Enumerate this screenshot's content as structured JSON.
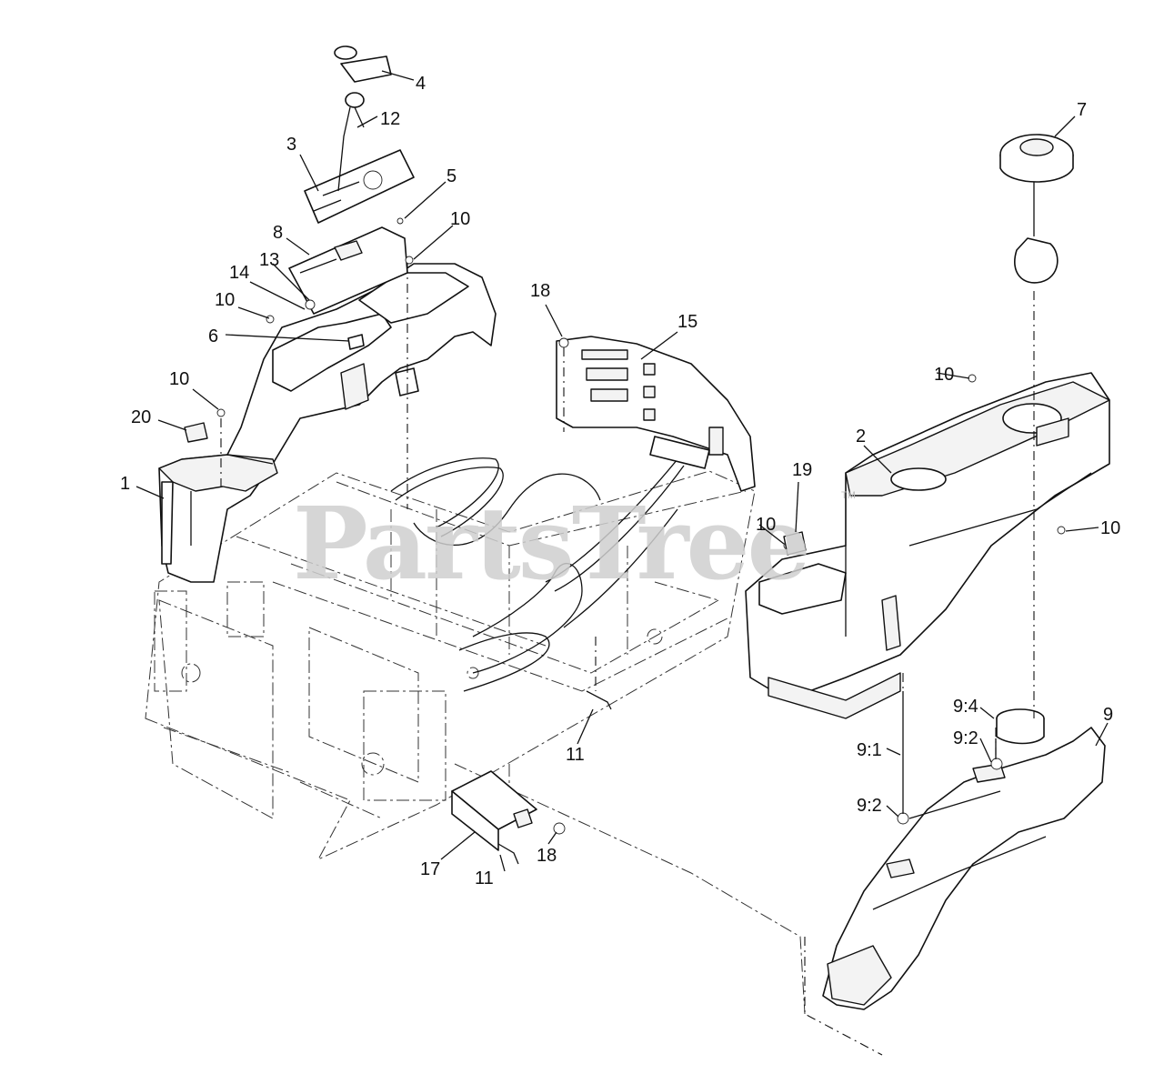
{
  "watermark": {
    "text": "PartsTree",
    "mark": "TM"
  },
  "callouts": [
    {
      "id": "c1",
      "text": "1"
    },
    {
      "id": "c2",
      "text": "2"
    },
    {
      "id": "c3",
      "text": "3"
    },
    {
      "id": "c4",
      "text": "4"
    },
    {
      "id": "c5",
      "text": "5"
    },
    {
      "id": "c6",
      "text": "6"
    },
    {
      "id": "c7",
      "text": "7"
    },
    {
      "id": "c8",
      "text": "8"
    },
    {
      "id": "c9",
      "text": "9"
    },
    {
      "id": "c9_1",
      "text": "9:1"
    },
    {
      "id": "c9_2a",
      "text": "9:2"
    },
    {
      "id": "c9_2b",
      "text": "9:2"
    },
    {
      "id": "c9_4",
      "text": "9:4"
    },
    {
      "id": "c10a",
      "text": "10"
    },
    {
      "id": "c10b",
      "text": "10"
    },
    {
      "id": "c10c",
      "text": "10"
    },
    {
      "id": "c10d",
      "text": "10"
    },
    {
      "id": "c10e",
      "text": "10"
    },
    {
      "id": "c10f",
      "text": "10"
    },
    {
      "id": "c11a",
      "text": "11"
    },
    {
      "id": "c11b",
      "text": "11"
    },
    {
      "id": "c12",
      "text": "12"
    },
    {
      "id": "c13",
      "text": "13"
    },
    {
      "id": "c14",
      "text": "14"
    },
    {
      "id": "c15",
      "text": "15"
    },
    {
      "id": "c17",
      "text": "17"
    },
    {
      "id": "c18a",
      "text": "18"
    },
    {
      "id": "c18b",
      "text": "18"
    },
    {
      "id": "c19",
      "text": "19"
    },
    {
      "id": "c20",
      "text": "20"
    }
  ]
}
